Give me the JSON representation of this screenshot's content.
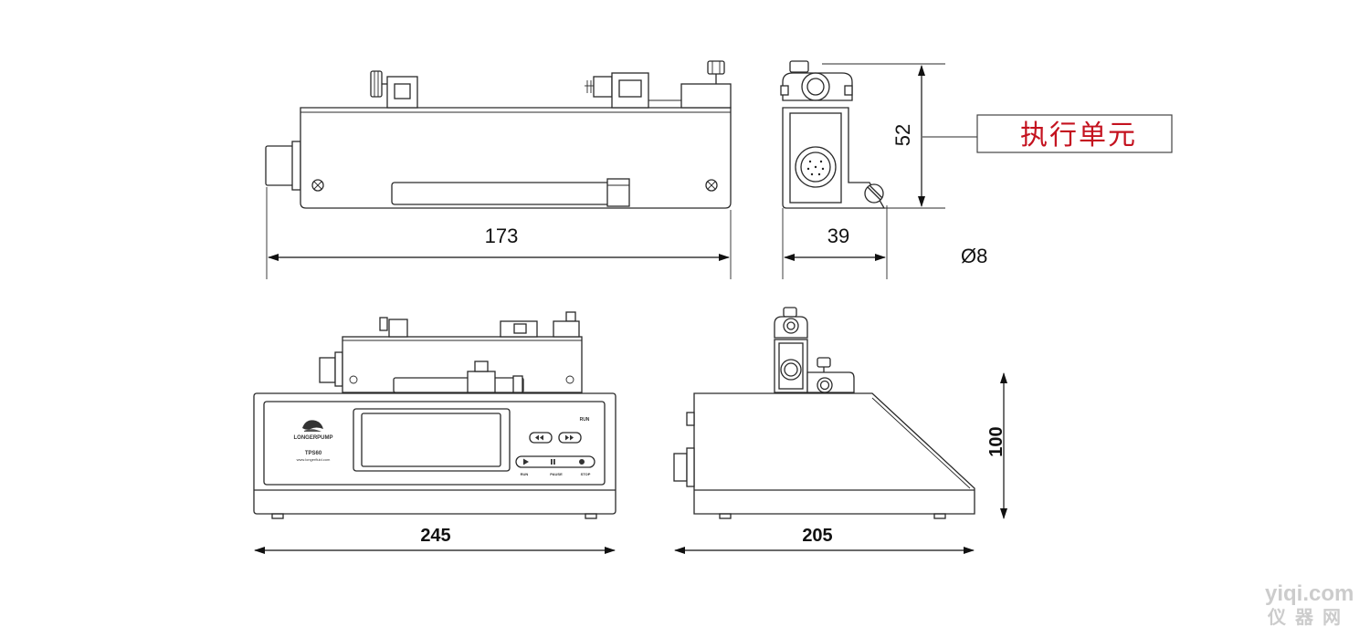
{
  "dimensions": {
    "top_width": "173",
    "top_side_width": "39",
    "top_height": "52",
    "diameter": "Ø8",
    "bottom_front_width": "245",
    "bottom_side_width": "205",
    "bottom_height": "100"
  },
  "callout": {
    "label": "执行单元"
  },
  "panel": {
    "brand": "LONGERPUMP",
    "model": "TPS60",
    "site": "www.longerfluid.com",
    "run_label": "RUN",
    "btn_run": "RUN",
    "btn_pause": "PAUSE",
    "btn_stop": "STOP"
  },
  "watermark": {
    "line1": "yiqi.com",
    "line2": "仪器网"
  }
}
